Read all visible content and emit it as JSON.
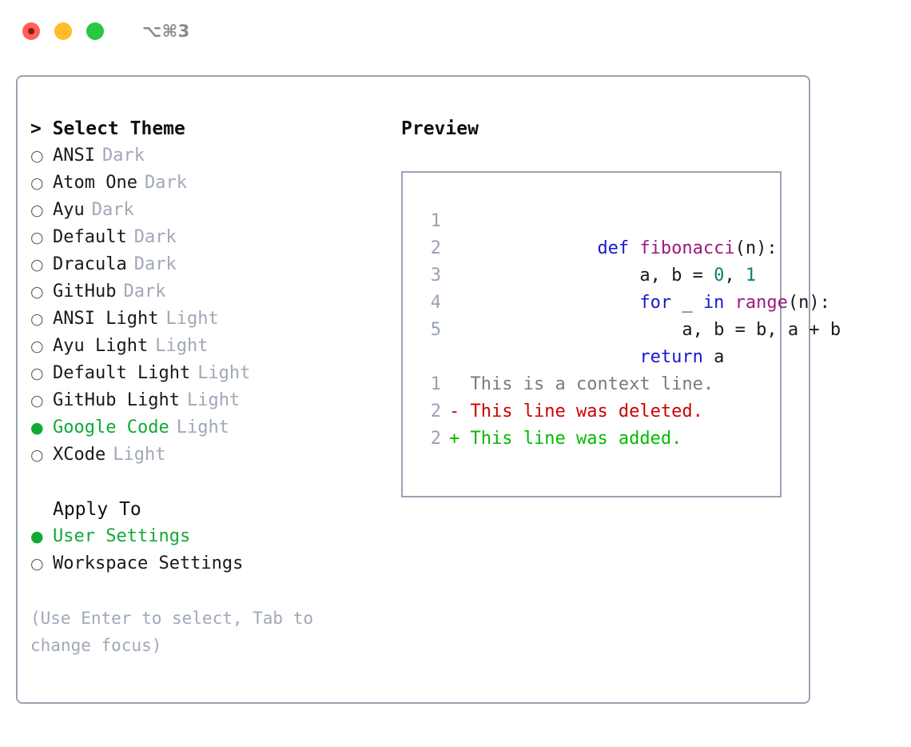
{
  "window": {
    "shortcut_label": "⌥⌘3",
    "traffic_lights": [
      {
        "name": "close",
        "color": "#ff6159"
      },
      {
        "name": "minimize",
        "color": "#ffbd2e"
      },
      {
        "name": "maximize",
        "color": "#28c840"
      }
    ]
  },
  "theme_picker": {
    "heading": "> Select Theme",
    "items": [
      {
        "label": "ANSI",
        "tag": "Dark",
        "bullet": "○",
        "selected": false
      },
      {
        "label": "Atom One",
        "tag": "Dark",
        "bullet": "○",
        "selected": false
      },
      {
        "label": "Ayu",
        "tag": "Dark",
        "bullet": "○",
        "selected": false
      },
      {
        "label": "Default",
        "tag": "Dark",
        "bullet": "○",
        "selected": false
      },
      {
        "label": "Dracula",
        "tag": "Dark",
        "bullet": "○",
        "selected": false
      },
      {
        "label": "GitHub",
        "tag": "Dark",
        "bullet": "○",
        "selected": false
      },
      {
        "label": "ANSI Light",
        "tag": "Light",
        "bullet": "○",
        "selected": false
      },
      {
        "label": "Ayu Light",
        "tag": "Light",
        "bullet": "○",
        "selected": false
      },
      {
        "label": "Default Light",
        "tag": "Light",
        "bullet": "○",
        "selected": false
      },
      {
        "label": "GitHub Light",
        "tag": "Light",
        "bullet": "○",
        "selected": false
      },
      {
        "label": "Google Code",
        "tag": "Light",
        "bullet": "●",
        "selected": true
      },
      {
        "label": "XCode",
        "tag": "Light",
        "bullet": "○",
        "selected": false
      }
    ]
  },
  "apply_to": {
    "heading": "Apply To",
    "items": [
      {
        "label": "User Settings",
        "bullet": "●",
        "selected": true
      },
      {
        "label": "Workspace Settings",
        "bullet": "○",
        "selected": false
      }
    ]
  },
  "hint": "(Use Enter to select, Tab to change focus)",
  "preview": {
    "heading": "Preview",
    "code_lines": [
      {
        "number": "1",
        "tokens": [
          {
            "text": "def ",
            "type": "kw"
          },
          {
            "text": "fibonacci",
            "type": "fn"
          },
          {
            "text": "(n):",
            "type": "plain"
          }
        ]
      },
      {
        "number": "2",
        "tokens": [
          {
            "text": "    a, b = ",
            "type": "plain"
          },
          {
            "text": "0",
            "type": "num"
          },
          {
            "text": ", ",
            "type": "plain"
          },
          {
            "text": "1",
            "type": "num"
          }
        ]
      },
      {
        "number": "3",
        "tokens": [
          {
            "text": "    for ",
            "type": "kw"
          },
          {
            "text": "_ ",
            "type": "plain"
          },
          {
            "text": "in ",
            "type": "kw"
          },
          {
            "text": "range",
            "type": "fn"
          },
          {
            "text": "(n):",
            "type": "plain"
          }
        ]
      },
      {
        "number": "4",
        "tokens": [
          {
            "text": "        a, b = b, a + b",
            "type": "plain"
          }
        ]
      },
      {
        "number": "5",
        "tokens": [
          {
            "text": "    return ",
            "type": "kw"
          },
          {
            "text": "a",
            "type": "plain"
          }
        ]
      }
    ],
    "diff_lines": [
      {
        "number": "1",
        "marker": "  ",
        "text": "This is a context line.",
        "kind": "ctx"
      },
      {
        "number": "2",
        "marker": "- ",
        "text": "This line was deleted.",
        "kind": "del"
      },
      {
        "number": "2",
        "marker": "+ ",
        "text": "This line was added.",
        "kind": "add"
      }
    ]
  },
  "colors": {
    "selected_green": "#11aa33",
    "tag_slate": "#a0a8b8",
    "border": "#9aa3b4",
    "lineno": "#98a2b3",
    "keyword_blue": "#1818cf",
    "function_purple": "#9c1a7e",
    "number_teal": "#0b8072",
    "diff_delete_red": "#cc0000",
    "diff_add_green": "#00bb00",
    "diff_context_gray": "#7b7b7b"
  }
}
